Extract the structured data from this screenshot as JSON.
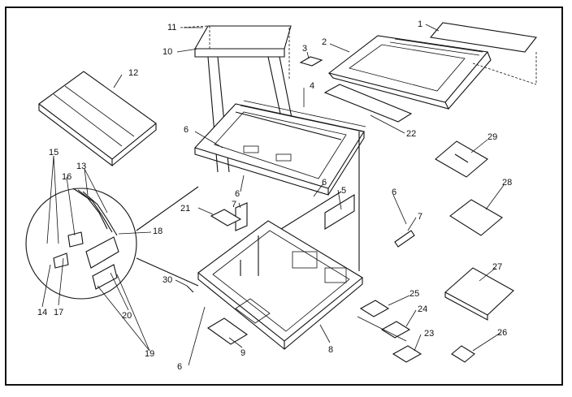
{
  "diagram": {
    "callouts": [
      {
        "id": "c1",
        "text": "1"
      },
      {
        "id": "c2",
        "text": "2"
      },
      {
        "id": "c3",
        "text": "3"
      },
      {
        "id": "c4",
        "text": "4"
      },
      {
        "id": "c5",
        "text": "5"
      },
      {
        "id": "c6a",
        "text": "6"
      },
      {
        "id": "c6b",
        "text": "6"
      },
      {
        "id": "c6c",
        "text": "6"
      },
      {
        "id": "c6d",
        "text": "6"
      },
      {
        "id": "c6e",
        "text": "6"
      },
      {
        "id": "c7a",
        "text": "7"
      },
      {
        "id": "c7b",
        "text": "7"
      },
      {
        "id": "c8",
        "text": "8"
      },
      {
        "id": "c9",
        "text": "9"
      },
      {
        "id": "c10",
        "text": "10"
      },
      {
        "id": "c11",
        "text": "11"
      },
      {
        "id": "c12",
        "text": "12"
      },
      {
        "id": "c13",
        "text": "13"
      },
      {
        "id": "c14",
        "text": "14"
      },
      {
        "id": "c15",
        "text": "15"
      },
      {
        "id": "c16",
        "text": "16"
      },
      {
        "id": "c17",
        "text": "17"
      },
      {
        "id": "c18",
        "text": "18"
      },
      {
        "id": "c19",
        "text": "19"
      },
      {
        "id": "c20",
        "text": "20"
      },
      {
        "id": "c21",
        "text": "21"
      },
      {
        "id": "c22",
        "text": "22"
      },
      {
        "id": "c23",
        "text": "23"
      },
      {
        "id": "c24",
        "text": "24"
      },
      {
        "id": "c25",
        "text": "25"
      },
      {
        "id": "c26",
        "text": "26"
      },
      {
        "id": "c27",
        "text": "27"
      },
      {
        "id": "c28",
        "text": "28"
      },
      {
        "id": "c29",
        "text": "29"
      },
      {
        "id": "c30",
        "text": "30"
      }
    ]
  }
}
